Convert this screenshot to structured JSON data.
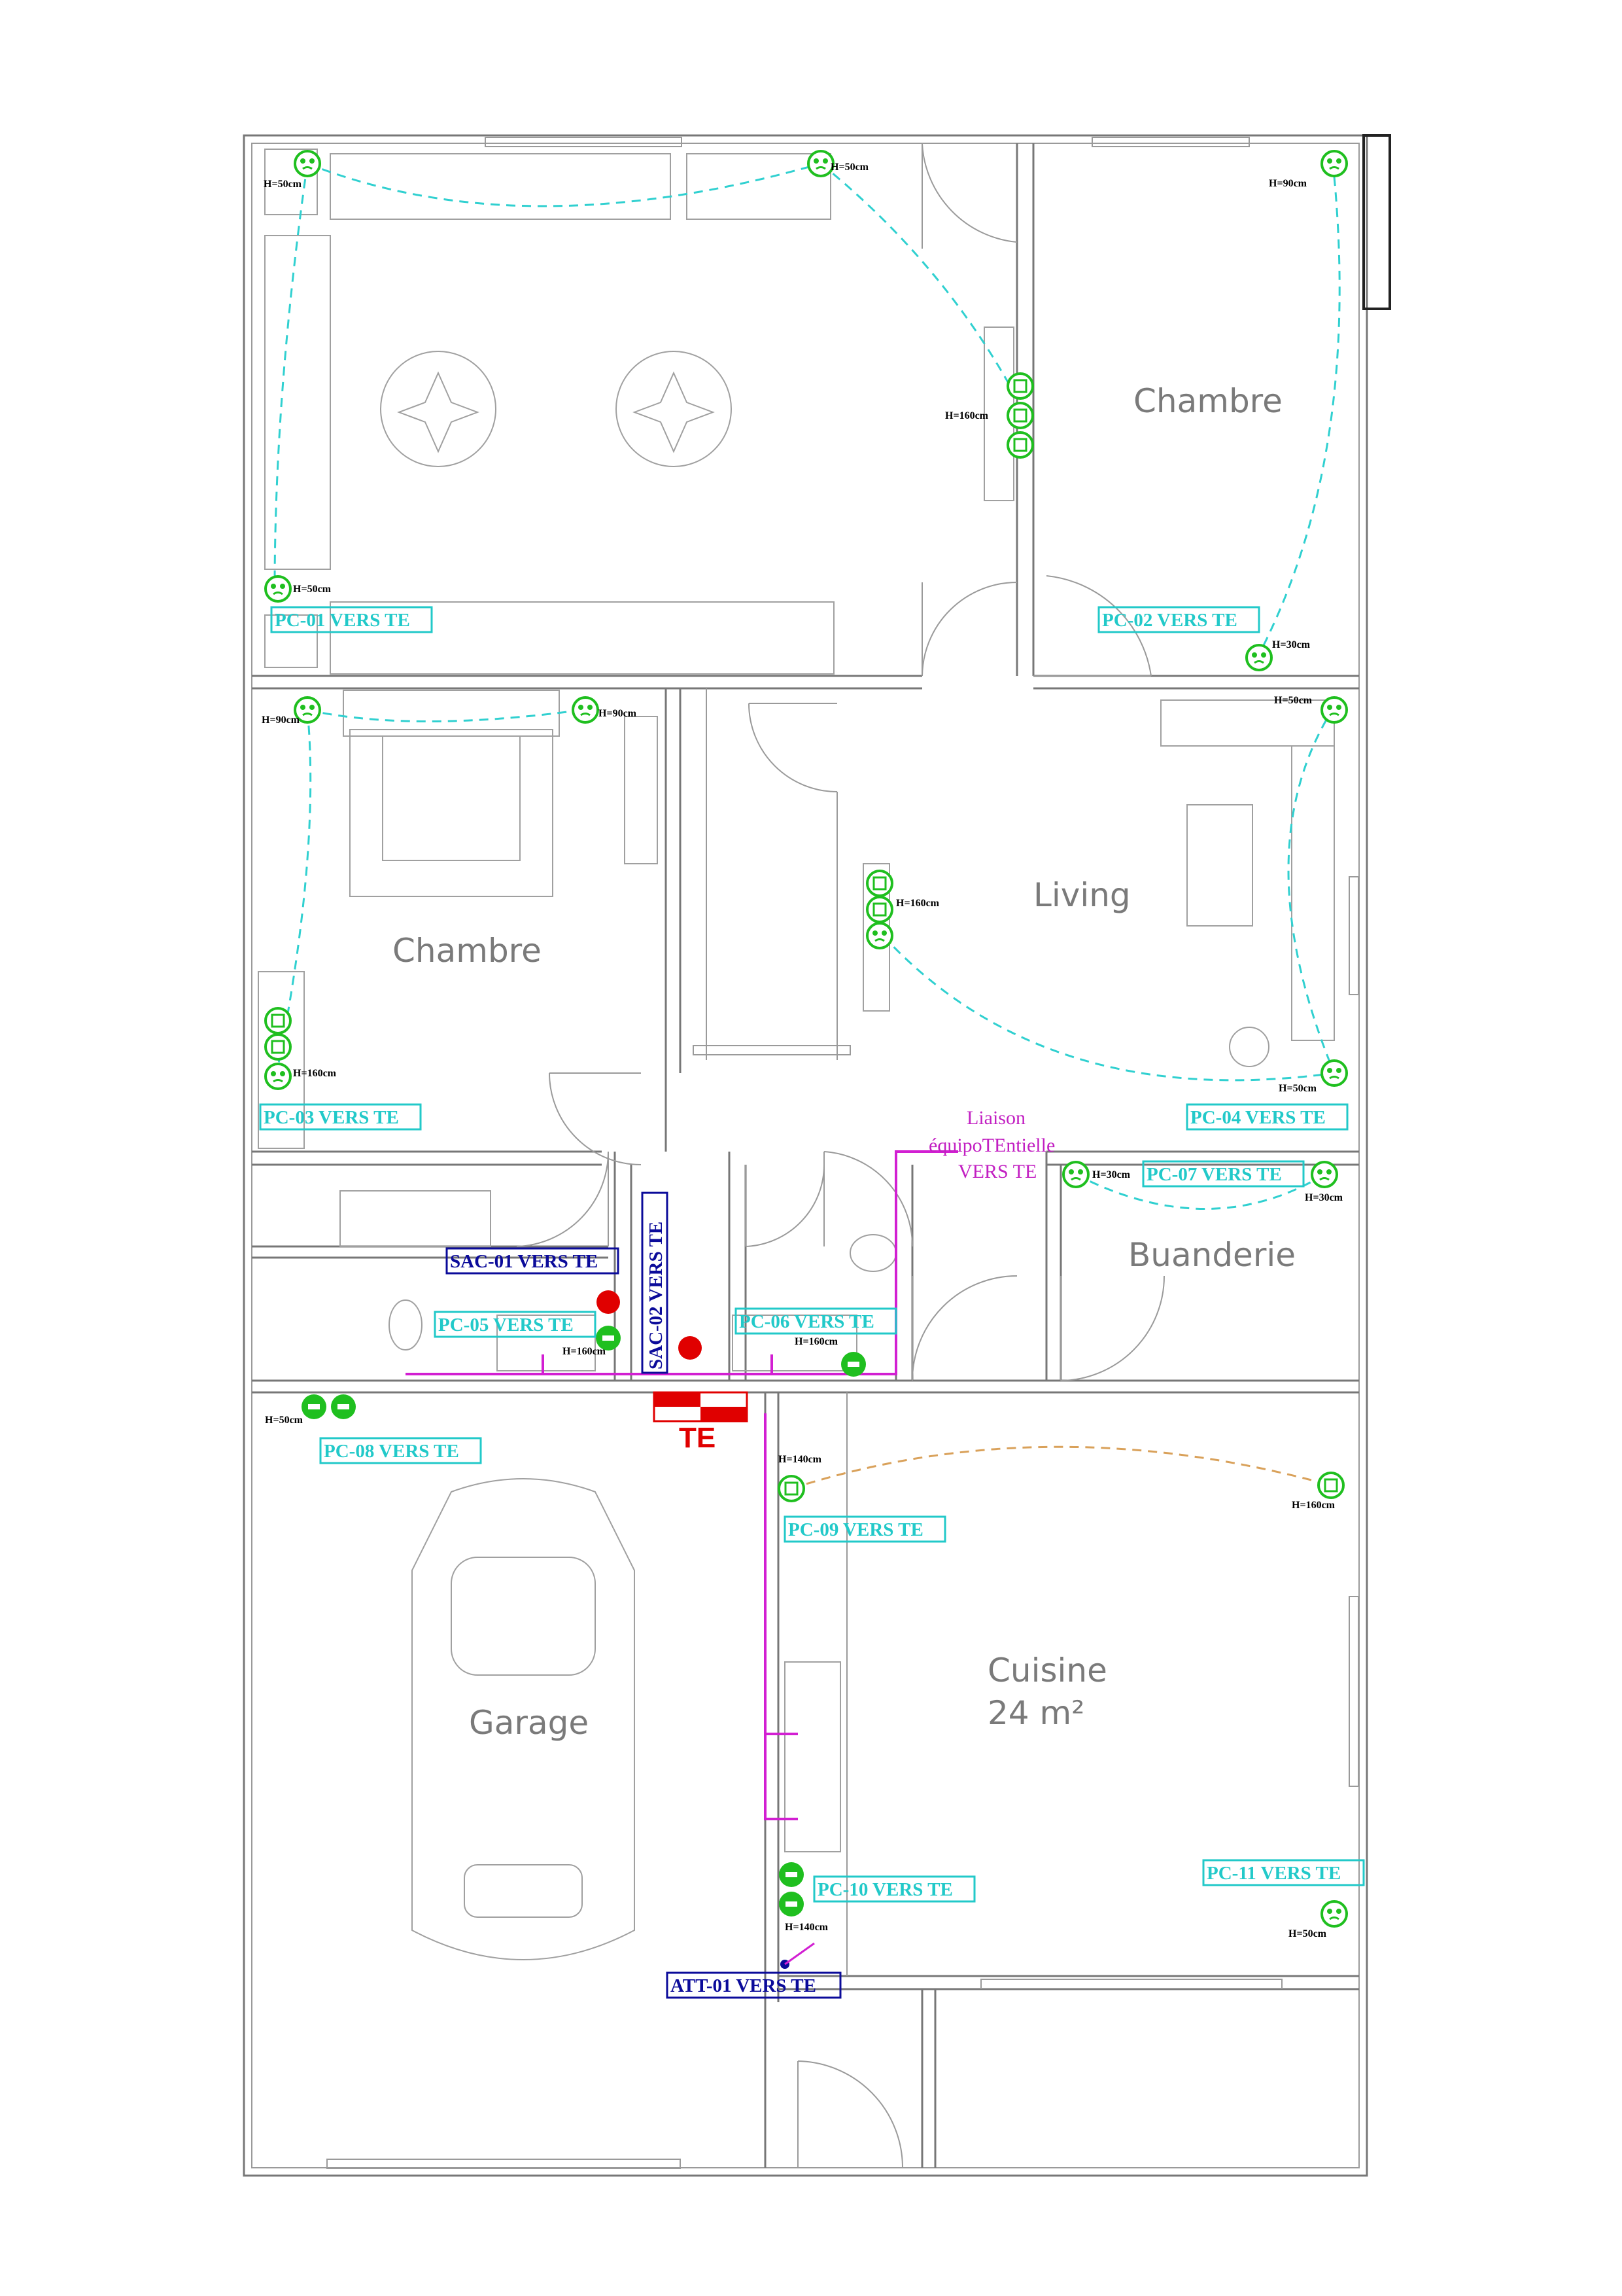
{
  "rooms": {
    "chambre_top": "Chambre",
    "living": "Living",
    "chambre_left": "Chambre",
    "buanderie": "Buanderie",
    "cuisine": "Cuisine",
    "cuisine_area": "24 m²",
    "garage": "Garage"
  },
  "tags": {
    "pc01": "PC-01 VERS TE",
    "pc02": "PC-02 VERS TE",
    "pc03": "PC-03 VERS TE",
    "pc04": "PC-04 VERS TE",
    "pc05": "PC-05 VERS TE",
    "pc06": "PC-06 VERS TE",
    "pc07": "PC-07 VERS TE",
    "pc08": "PC-08 VERS TE",
    "pc09": "PC-09 VERS TE",
    "pc10": "PC-10 VERS TE",
    "pc11": "PC-11 VERS TE",
    "sac01": "SAC-01 VERS TE",
    "sac02": "SAC-02 VERS TE",
    "att01": "ATT-01 VERS TE"
  },
  "heights": {
    "h50": "H=50cm",
    "h90": "H=90cm",
    "h30": "H=30cm",
    "h160": "H=160cm",
    "h140": "H=140cm"
  },
  "panel": {
    "label": "TE"
  },
  "liaison": {
    "line1": "Liaison",
    "line2": "équipoTEntielle",
    "line3": "VERS TE"
  },
  "colors": {
    "outlet": "#1fbf1f",
    "tag": "#22c9c9",
    "circuit": "#30d0d0",
    "equipotential": "#d21fd2",
    "panel": "#e00000",
    "special_tag": "#0b0b9a"
  }
}
